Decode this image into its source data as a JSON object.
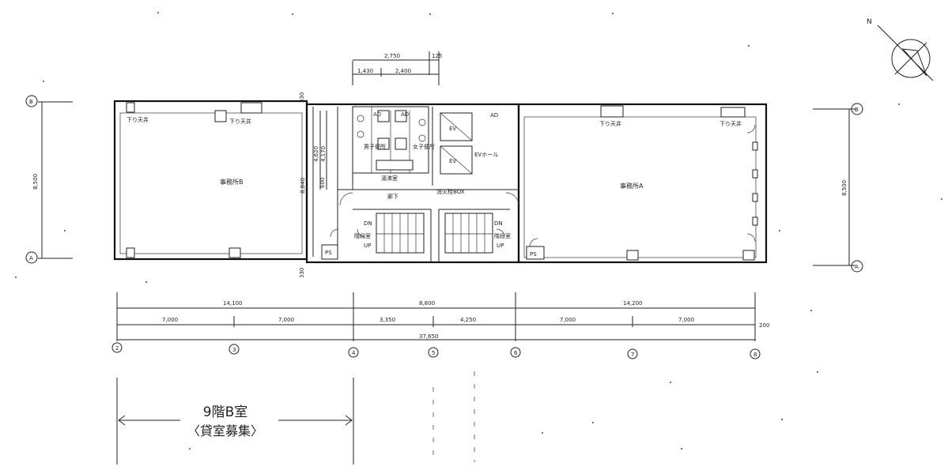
{
  "rooms": {
    "office_b": "事務所B",
    "office_a": "事務所A",
    "corridor": "廊下",
    "ev_hall": "EVホール",
    "fire_box": "消火栓BOX",
    "ev1": "EV",
    "ev2": "EV",
    "mens_wc": "男子便所",
    "womens_wc": "女子便所",
    "kitchen": "湯沸室",
    "stair_left": "階段室",
    "stair_right": "階段室",
    "up_left": "UP",
    "up_right": "UP",
    "ps_left": "PS",
    "ps_right": "PS",
    "ad1": "AD",
    "ad2": "AD",
    "ad3": "AD",
    "dn_left": "DN",
    "dn_right": "DN",
    "ceiling_notes": [
      "下り天井",
      "下り天井",
      "下り天井",
      "下り天井"
    ]
  },
  "dimensions": {
    "top_total": "2,750",
    "top_right": "125",
    "top_a": "1,430",
    "top_b": "2,400",
    "left_height": "8,500",
    "right_height": "8,500",
    "core_v1": "4,620",
    "core_v2": "4,170",
    "core_v3": "8,840",
    "core_v4": "600",
    "wall_top": "330",
    "wall_bottom": "330",
    "row1": [
      "14,100",
      "8,800",
      "14,200"
    ],
    "row2": [
      "7,000",
      "7,000",
      "3,350",
      "4,250",
      "7,000",
      "7,000"
    ],
    "row2_end": "200",
    "total": "37,650"
  },
  "grid": {
    "rows": [
      "B",
      "A"
    ],
    "columns": [
      "2",
      "3",
      "4",
      "5",
      "6",
      "7",
      "8"
    ]
  },
  "listing": {
    "line1": "9階B室",
    "line2": "〈貸室募集〉"
  },
  "compass": "N"
}
